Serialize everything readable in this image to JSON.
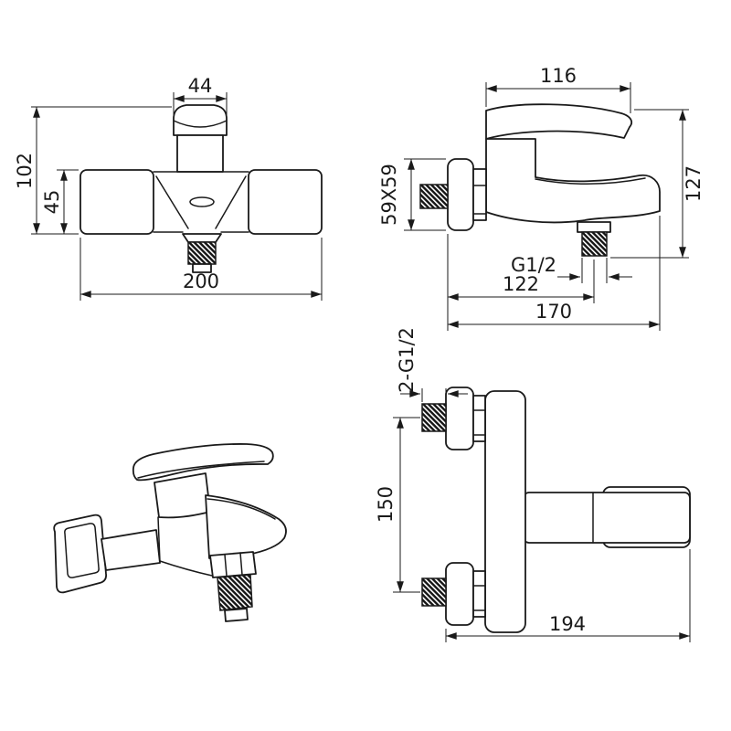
{
  "colors": {
    "line": "#1a1a1a",
    "background": "#ffffff"
  },
  "views": {
    "front": {
      "spout_width": "44",
      "total_height": "102",
      "body_height": "45",
      "total_width": "200"
    },
    "side": {
      "handle_length": "116",
      "flange_size": "59X59",
      "total_height": "127",
      "outlet_thread": "G1/2",
      "outlet_offset": "122",
      "total_depth": "170"
    },
    "rear": {
      "inlet_thread": "2-G1/2",
      "inlet_spacing": "150",
      "total_width": "194"
    }
  }
}
